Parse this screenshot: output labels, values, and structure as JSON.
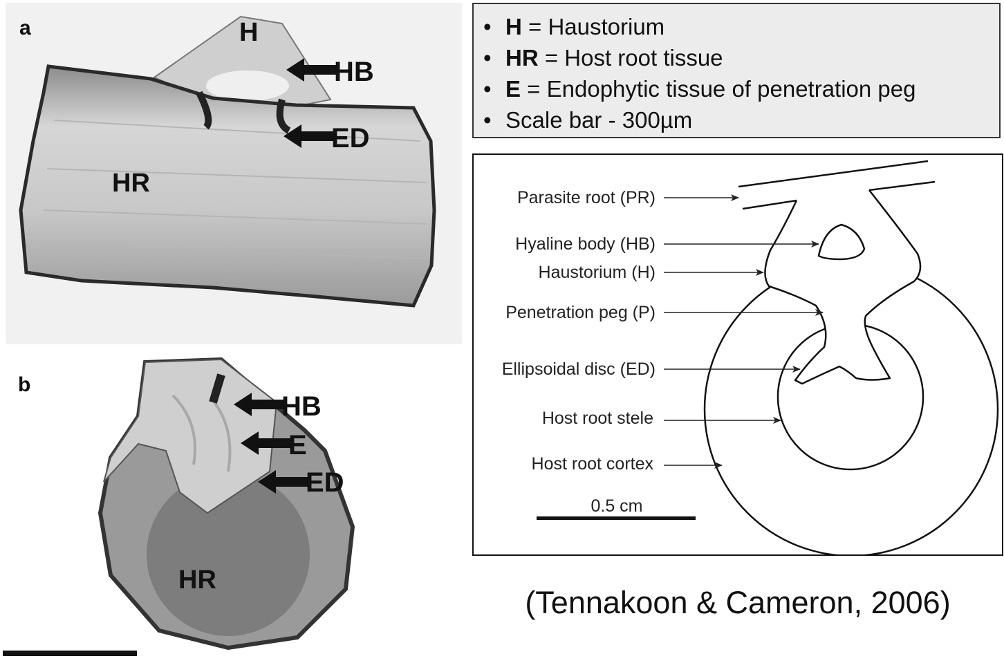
{
  "photo_a": {
    "panel_letter": "a",
    "labels": {
      "h": "H",
      "hb": "HB",
      "ed": "ED",
      "hr": "HR"
    }
  },
  "photo_b": {
    "panel_letter": "b",
    "labels": {
      "hb": "HB",
      "e": "E",
      "ed": "ED",
      "hr": "HR"
    }
  },
  "legend": {
    "items": [
      {
        "term": "H",
        "text": " = Haustorium"
      },
      {
        "term": "HR",
        "text": " = Host root tissue"
      },
      {
        "term": "E",
        "text": " = Endophytic tissue of penetration peg"
      },
      {
        "term": "",
        "text": "Scale bar - 300µm"
      }
    ]
  },
  "diagram": {
    "labels": {
      "parasite_root": "Parasite root (PR)",
      "hyaline_body": "Hyaline body (HB)",
      "haustorium": "Haustorium (H)",
      "penetration_peg": "Penetration peg (P)",
      "ellipsoidal_disc": "Ellipsoidal disc (ED)",
      "host_root_stele": "Host root stele",
      "host_root_cortex": "Host root cortex"
    },
    "scale_label": "0.5 cm"
  },
  "citation": "(Tennakoon & Cameron, 2006)",
  "colors": {
    "border": "#333333",
    "legend_bg": "#ececec",
    "photo_bg": "#f1f1f1"
  }
}
